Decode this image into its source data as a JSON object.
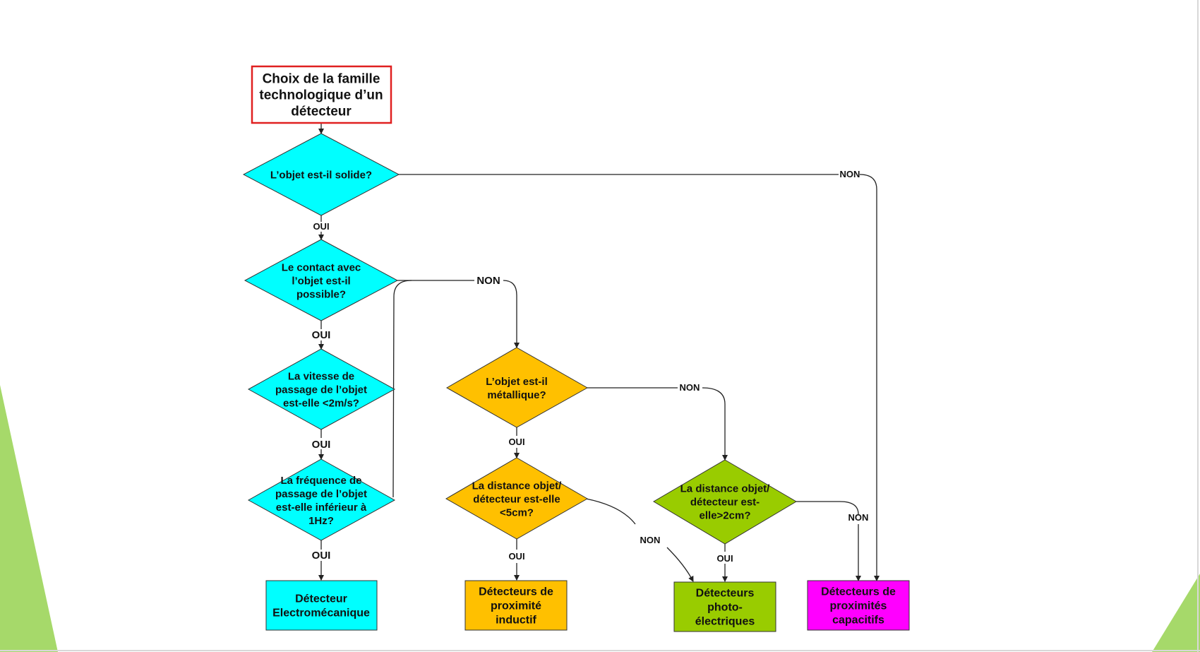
{
  "colors": {
    "cyan": "#00ffff",
    "orange": "#ffc000",
    "green": "#99cc00",
    "magenta": "#ff00ff",
    "title_border": "#e02020",
    "accent_green": "#a6d96a"
  },
  "title": [
    "Choix de la famille",
    "technologique d’un",
    "détecteur"
  ],
  "decisions": {
    "solid": [
      "L’objet est-il solide?"
    ],
    "contact": [
      "Le contact avec",
      "l’objet est-il",
      "possible?"
    ],
    "speed": [
      "La vitesse de",
      "passage de l’objet",
      "est-elle <2m/s?"
    ],
    "frequency": [
      "La fréquence de",
      "passage de l’objet",
      "est-elle inférieur à",
      "1Hz?"
    ],
    "metallic": [
      "L’objet est-il",
      "métallique?"
    ],
    "dist5": [
      "La distance objet/",
      "détecteur est-elle",
      "<5cm?"
    ],
    "dist2": [
      "La distance objet/",
      "détecteur est-",
      "elle>2cm?"
    ]
  },
  "outcomes": {
    "electromechanical": [
      "Détecteur",
      "Electromécanique"
    ],
    "inductive": [
      "Détecteurs de",
      "proximité",
      "inductif"
    ],
    "photoelectric": [
      "Détecteurs",
      "photo-",
      "électriques"
    ],
    "capacitive": [
      "Détecteurs de",
      "proximités",
      "capacitifs"
    ]
  },
  "edge_labels": {
    "solid_no": "NON",
    "solid_yes": "OUI",
    "contact_no": "NON",
    "contact_yes": "OUI",
    "speed_yes": "OUI",
    "frequency_yes": "OUI",
    "metallic_no": "NON",
    "metallic_yes": "OUI",
    "dist5_yes": "OUI",
    "dist5_no": "NON",
    "dist2_yes": "OUI",
    "dist2_no": "NON"
  }
}
